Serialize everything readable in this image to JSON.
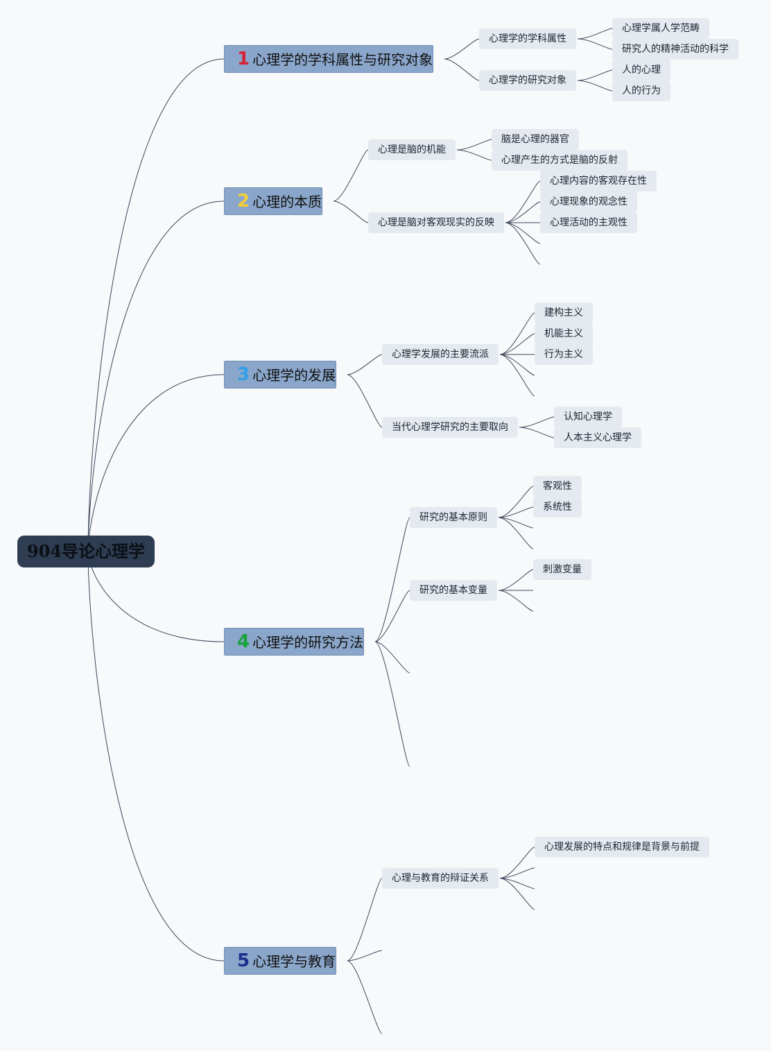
{
  "root": {
    "label": "904导论心理学"
  },
  "branches": [
    {
      "num": "1",
      "num_color": "#d6223a",
      "label": "心理学的学科属性与研究对象",
      "children": [
        {
          "label": "心理学的学科属性",
          "children": [
            "心理学属人学范畴",
            "研究人的精神活动的科学"
          ]
        },
        {
          "label": "心理学的研究对象",
          "children": [
            "人的心理",
            "人的行为"
          ]
        }
      ]
    },
    {
      "num": "2",
      "num_color": "#f2cf3a",
      "label": "心理的本质",
      "children": [
        {
          "label": "心理是脑的机能",
          "children": [
            "脑是心理的器官",
            "心理产生的方式是脑的反射"
          ]
        },
        {
          "label": "心理是脑对客观现实的反映",
          "children": [
            "心理内容的客观存在性",
            "心理现象的观念性",
            "心理活动的主观性"
          ]
        }
      ]
    },
    {
      "num": "3",
      "num_color": "#2f9fe8",
      "label": "心理学的发展",
      "children": [
        {
          "label": "心理学发展的主要流派",
          "children": [
            "建构主义",
            "机能主义",
            "行为主义"
          ]
        },
        {
          "label": "当代心理学研究的主要取向",
          "children": [
            "认知心理学",
            "人本主义心理学"
          ]
        }
      ]
    },
    {
      "num": "4",
      "num_color": "#17a33a",
      "label": "心理学的研究方法",
      "children": [
        {
          "label": "研究的基本原则",
          "children": [
            "客观性",
            "系统性"
          ]
        },
        {
          "label": "研究的基本变量",
          "children": [
            "刺激变量"
          ]
        }
      ]
    },
    {
      "num": "5",
      "num_color": "#1b2f8c",
      "label": "心理学与教育",
      "children": [
        {
          "label": "心理与教育的辩证关系",
          "children": [
            "心理发展的特点和规律是背景与前提"
          ]
        }
      ]
    }
  ]
}
